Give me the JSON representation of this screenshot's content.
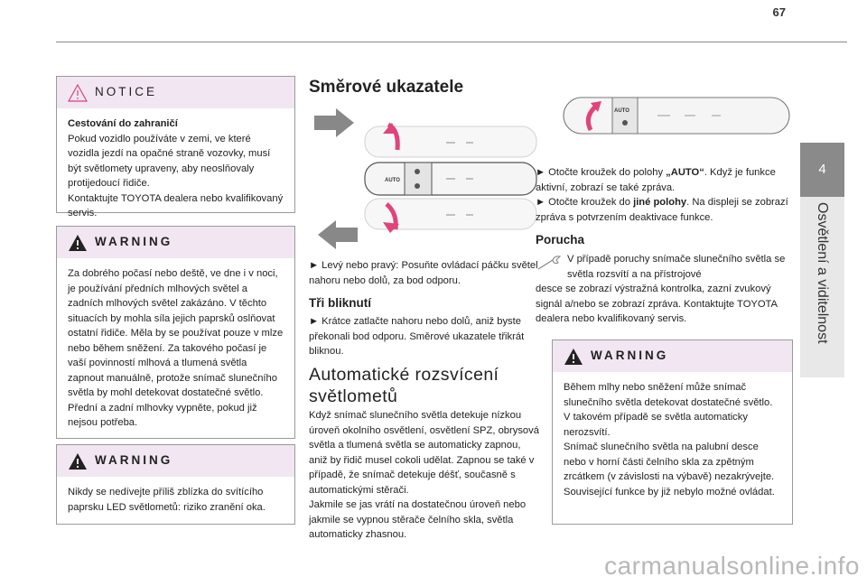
{
  "page_number": "67",
  "side_tab": {
    "number": "4",
    "title": "Osvětlení a viditelnost"
  },
  "notice": {
    "title": "NOTICE",
    "bold_line": "Cestování do zahraničí",
    "text": "Pokud vozidlo používáte v zemi, ve které vozidla jezdí na opačné straně vozovky, musí být světlomety upraveny, aby neoslňovaly protijedoucí řidiče.\nKontaktujte TOYOTA dealera nebo kvalifikovaný servis."
  },
  "warning1": {
    "title": "WARNING",
    "text": "Za dobrého počasí nebo deště, ve dne i v noci, je používání předních mlhových světel a zadních mlhových světel zakázáno. V těchto situacích by mohla síla jejich paprsků oslňovat ostatní řidiče. Měla by se používat pouze v mlze nebo během sněžení. Za takového počasí je vaší povinností mlhová a tlumená světla zapnout manuálně, protože snímač slunečního světla by mohl detekovat dostatečné světlo.\nPřední a zadní mlhovky vypněte, pokud již nejsou potřeba."
  },
  "warning2": {
    "title": "WARNING",
    "text": "Nikdy se nedívejte příliš zblízka do svítícího paprsku LED světlometů: riziko zranění oka."
  },
  "turn_signals": {
    "heading": "Směrové ukazatele",
    "text": "► Levý nebo pravý: Posuňte ovládací páčku světel nahoru nebo dolů, za bod odporu.",
    "stalk_label": "AUTO"
  },
  "three_flashes": {
    "heading": "Tři bliknutí",
    "text": "► Krátce zatlačte nahoru nebo dolů, aniž byste překonali bod odporu. Směrové ukazatele třikrát bliknou."
  },
  "auto_lights": {
    "heading_line1": "Automatické rozsvícení",
    "heading_line2": "světlometů",
    "text": "Když snímač slunečního světla detekuje nízkou úroveň okolního osvětlení, osvětlení SPZ, obrysová světla a tlumená světla se automaticky zapnou, aniž by řidič musel cokoli udělat. Zapnou se také v případě, že snímač detekuje déšť, současně s automatickými stěrači.\nJakmile se jas vrátí na dostatečnou úroveň nebo jakmile se vypnou stěrače čelního skla, světla automaticky zhasnou."
  },
  "auto_instructions": {
    "p1_a": "► Otočte kroužek do polohy ",
    "p1_b": "„AUTO“",
    "p1_c": ". Když je funkce aktivní, zobrazí se také zpráva.",
    "p2_a": "► Otočte kroužek do ",
    "p2_b": "jiné polohy",
    "p2_c": ". Na displeji se zobrazí zpráva s potvrzením deaktivace funkce."
  },
  "fault": {
    "heading": "Porucha",
    "text_indented": "V případě poruchy snímače slunečního světla se světla rozsvítí a na přístrojové",
    "text_rest": "desce se zobrazí výstražná kontrolka, zazní zvukový signál a/nebo se zobrazí zpráva. Kontaktujte TOYOTA dealera nebo kvalifikovaný servis."
  },
  "warning3": {
    "title": "WARNING",
    "text": "Během mlhy nebo sněžení může snímač slunečního světla detekovat dostatečné světlo. V takovém případě se světla automaticky nerozsvítí.\nSnímač slunečního světla na palubní desce nebo v horní části čelního skla za zpětným zrcátkem (v závislosti na výbavě) nezakrývejte. Související funkce by již nebylo možné ovládat."
  },
  "watermark": "carmanualsonline.info",
  "colors": {
    "box_header": "#f1e6f2",
    "tab": "#8a8a8a",
    "accent_pink": "#e0447a",
    "warning_icon": "#222222",
    "notice_icon": "#d0457a"
  }
}
